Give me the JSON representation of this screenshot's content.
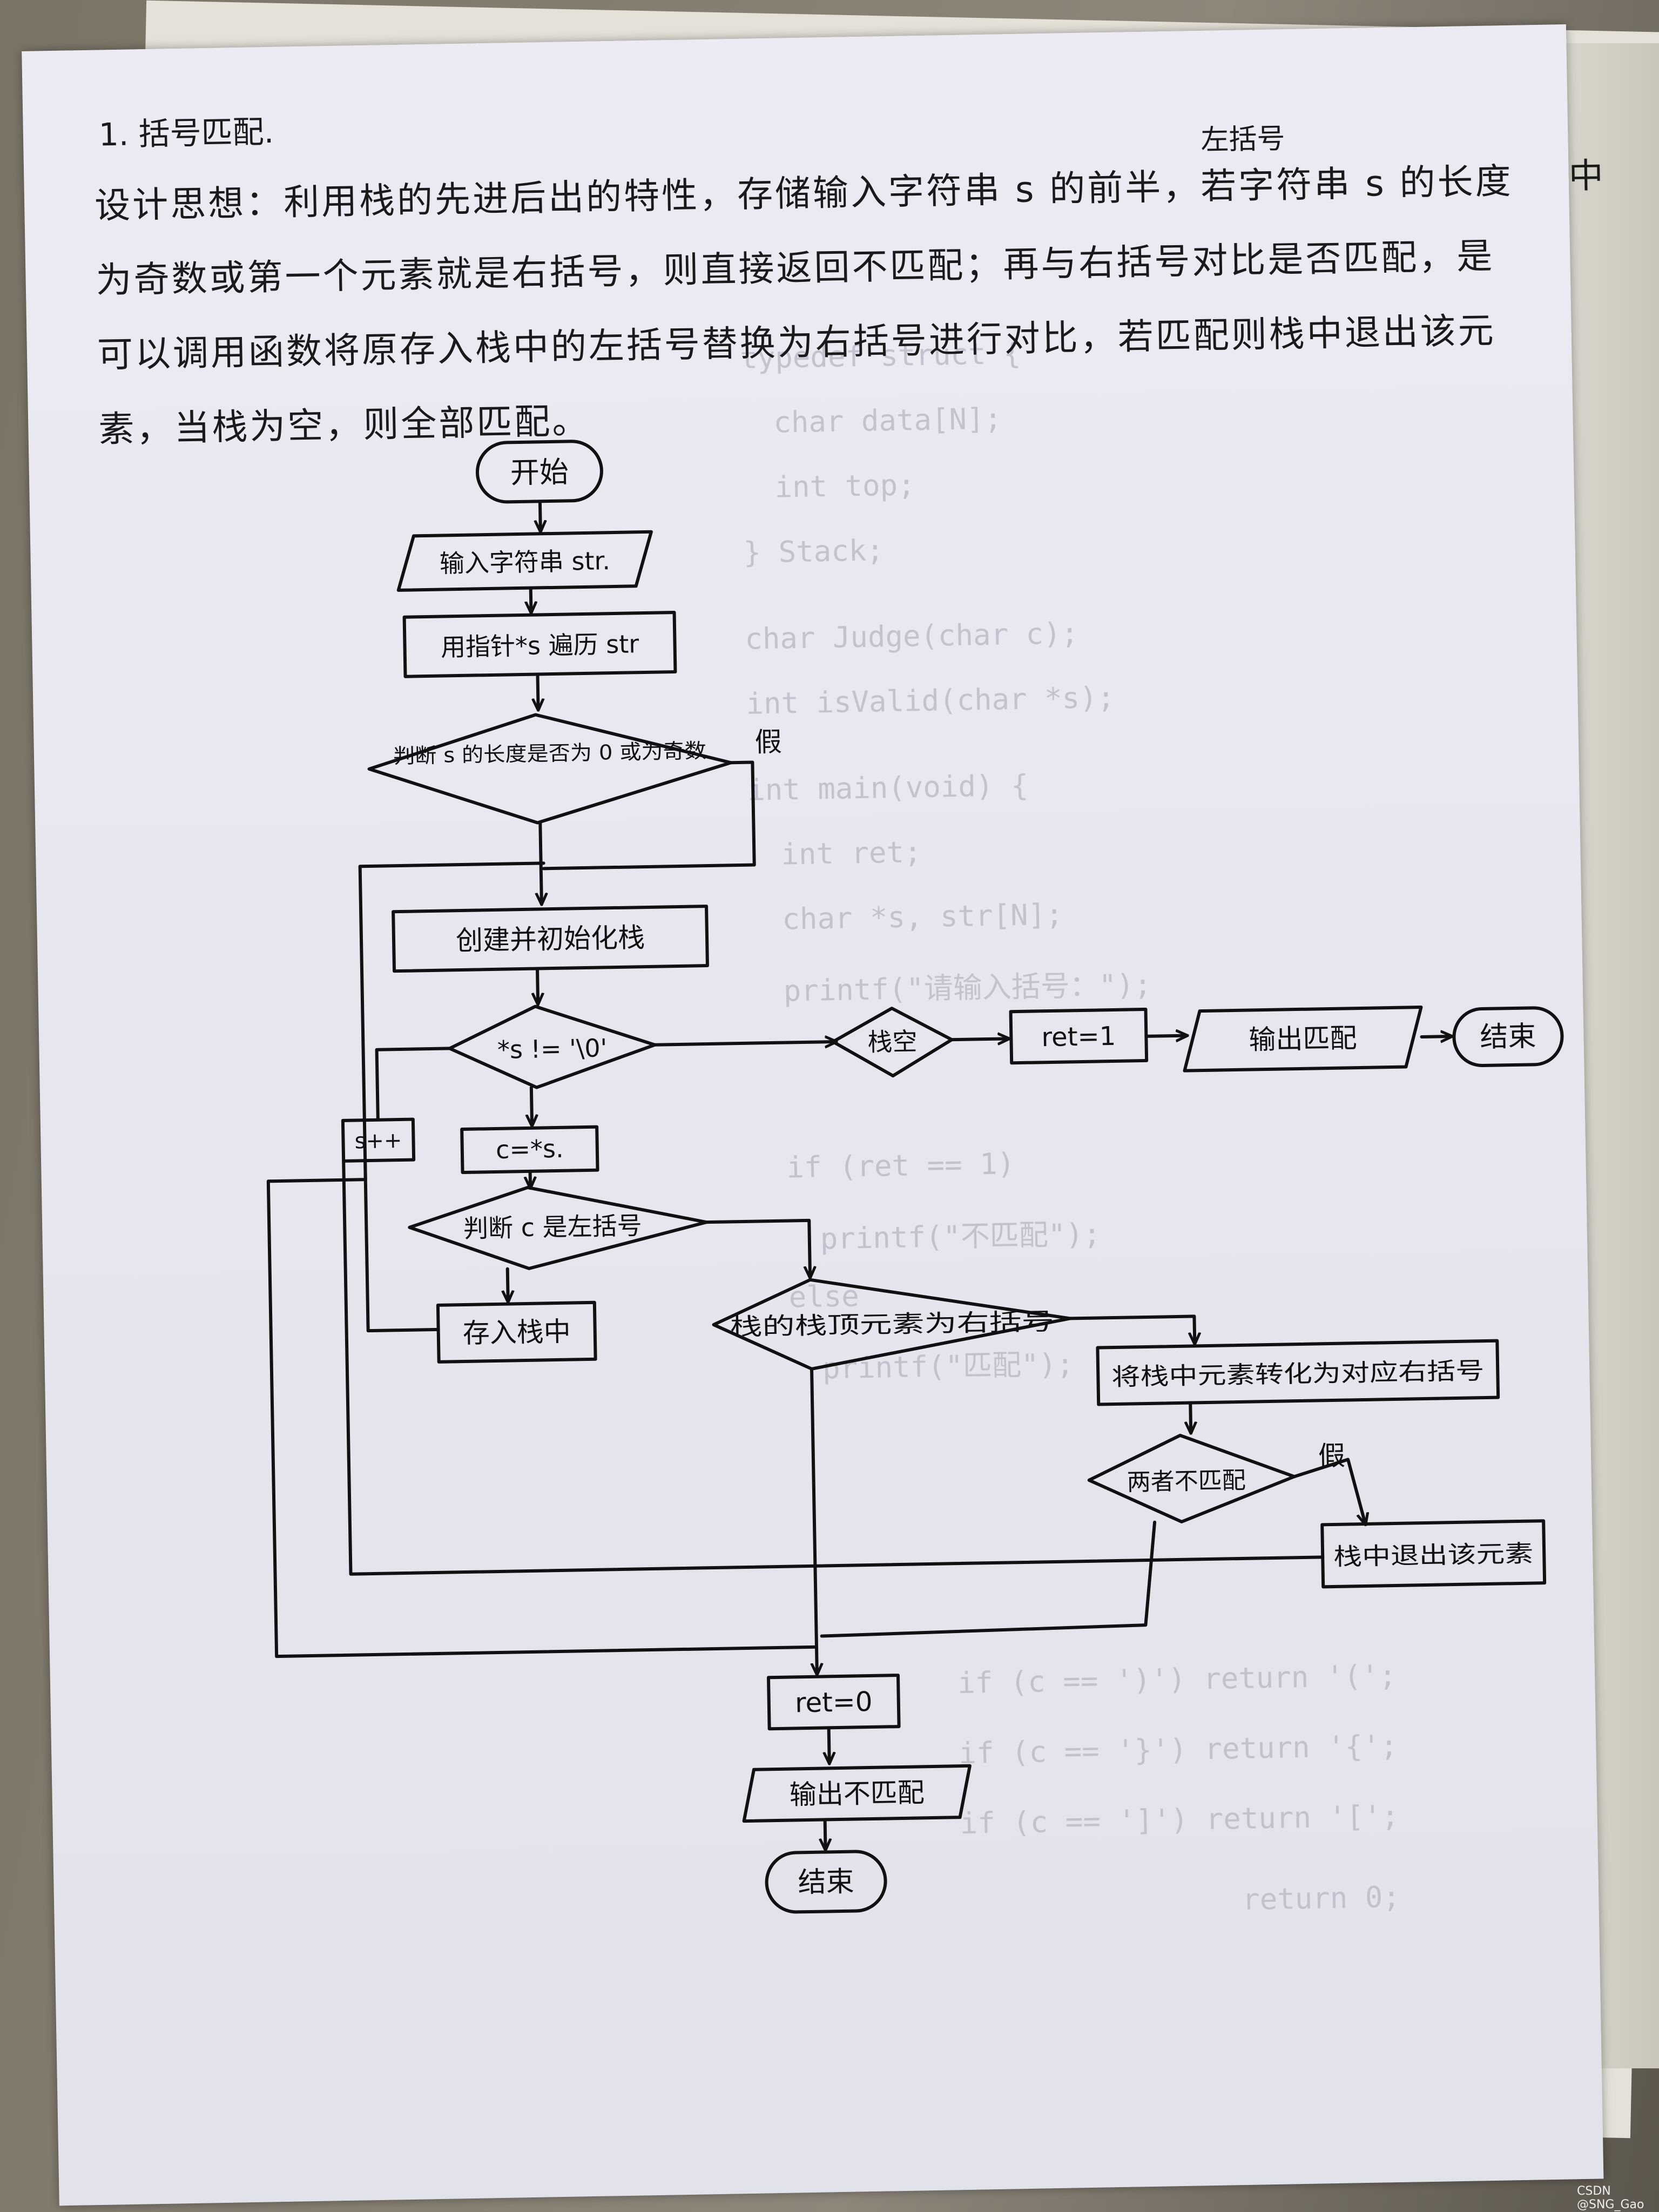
{
  "page": {
    "heading": "1. 括号匹配.",
    "description": "设计思想：利用栈的先进后出的特性，存储输入字符串 s 的前半，若字符串 s 的长度为奇数或第一个元素就是右括号，则直接返回不匹配；再与右括号对比是否匹配，是可以调用函数将原存入栈中的左括号替换为右括号进行对比，若匹配则栈中退出该元素，当栈为空，则全部匹配。",
    "annotation": "左括号",
    "margin_mark": "中",
    "watermark": "CSDN @SNG_Gao"
  },
  "flowchart": {
    "start": "开始",
    "input": "输入字符串 str.",
    "traverse": "用指针*s 遍历 str",
    "check_length": "判断 s 的长度是否为 0 或为奇数",
    "false_label_1": "假",
    "create_stack": "创建并初始化栈",
    "loop_cond": "*s != '\\0'",
    "increment": "s++",
    "assign": "c=*s.",
    "check_left": "判断 c 是左括号",
    "push": "存入栈中",
    "stack_top": "栈的栈顶元素为右括号",
    "convert": "将栈中元素转化为对应右括号",
    "not_match": "两者不匹配",
    "false_label_2": "假",
    "pop": "栈中退出该元素",
    "stack_empty": "栈空",
    "ret1": "ret=1",
    "output_match": "输出匹配",
    "end1": "结束",
    "ret0": "ret=0",
    "output_nomatch": "输出不匹配",
    "end2": "结束"
  },
  "background_code": [
    "typedef struct {",
    "  char data[N];",
    "  int top;",
    "} Stack;",
    "char Judge(char c);",
    "int isValid(char *s);",
    "int main(void) {",
    "  int ret;",
    "  char *s, str[N];",
    "  printf(\"请输入括号：\");",
    "  if (ret == 1)",
    "    printf(\"不匹配\");",
    "  else",
    "    printf(\"匹配\");",
    "if (c == ')') return '(';",
    "if (c == '}') return '{';",
    "if (c == ']') return '[';",
    "return 0;"
  ]
}
